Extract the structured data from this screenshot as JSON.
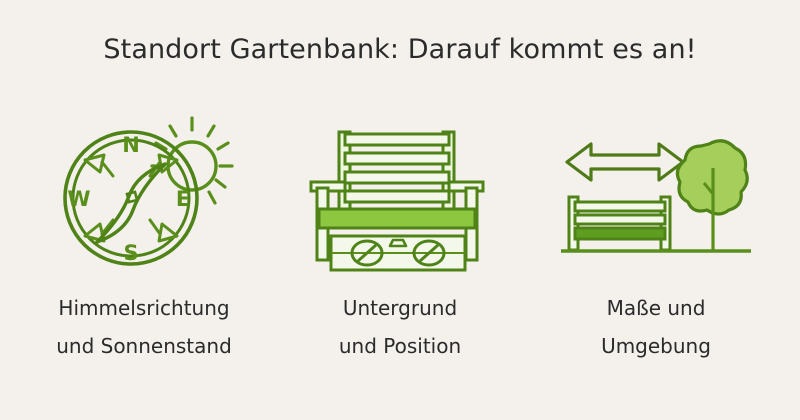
{
  "header": {
    "title": "Standort Gartenbank: Darauf kommt es an!"
  },
  "colors": {
    "background": "#f4f1ec",
    "text": "#2b2b2b",
    "dark_green": "#4a7a19",
    "mid_green": "#5f9d21",
    "light_green": "#a6ce5a",
    "bright_green": "#7cbb28"
  },
  "panels": [
    {
      "icon_name": "compass-sun-icon",
      "caption_line1": "Himmelsrichtung",
      "caption_line2": "und Sonnenstand",
      "compass_labels": {
        "north": "N",
        "west": "W",
        "east": "E",
        "south": "S"
      }
    },
    {
      "icon_name": "bench-spirit-level-icon",
      "caption_line1": "Untergrund",
      "caption_line2": "und Position"
    },
    {
      "icon_name": "bench-tree-measure-icon",
      "caption_line1": "Maße und",
      "caption_line2": "Umgebung"
    }
  ]
}
